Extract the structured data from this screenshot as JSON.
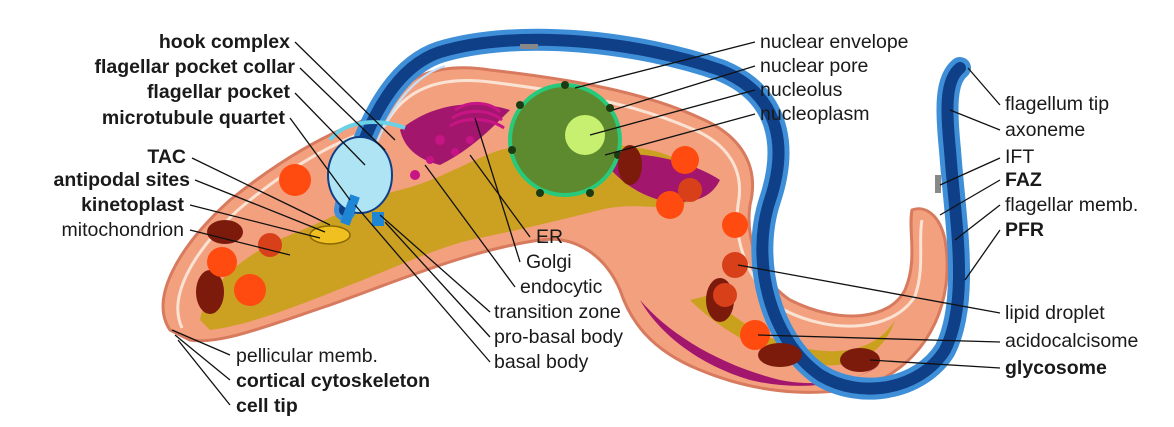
{
  "labels_left": [
    {
      "key": "hook_complex",
      "text": "hook complex",
      "bold": true
    },
    {
      "key": "flagellar_pocket_collar",
      "text": "flagellar pocket collar",
      "bold": true
    },
    {
      "key": "flagellar_pocket",
      "text": "flagellar pocket",
      "bold": true
    },
    {
      "key": "microtubule_quartet",
      "text": "microtubule quartet",
      "bold": true
    },
    {
      "key": "tac",
      "text": "TAC",
      "bold": true
    },
    {
      "key": "antipodal_sites",
      "text": "antipodal sites",
      "bold": true
    },
    {
      "key": "kinetoplast",
      "text": "kinetoplast",
      "bold": true
    },
    {
      "key": "mitochondrion",
      "text": "mitochondrion",
      "bold": false
    }
  ],
  "labels_bottom_left": [
    {
      "key": "pellicular_memb",
      "text": "pellicular memb.",
      "bold": false
    },
    {
      "key": "cortical_cytoskeleton",
      "text": "cortical cytoskeleton",
      "bold": true
    },
    {
      "key": "cell_tip",
      "text": "cell tip",
      "bold": true
    }
  ],
  "labels_center": [
    {
      "key": "er",
      "text": "ER",
      "bold": false
    },
    {
      "key": "golgi",
      "text": "Golgi",
      "bold": false
    },
    {
      "key": "endocytic",
      "text": "endocytic",
      "bold": false
    },
    {
      "key": "transition_zone",
      "text": "transition zone",
      "bold": false
    },
    {
      "key": "pro_basal_body",
      "text": "pro-basal body",
      "bold": false
    },
    {
      "key": "basal_body",
      "text": "basal body",
      "bold": false
    }
  ],
  "labels_top_right": [
    {
      "key": "nuclear_envelope",
      "text": "nuclear envelope",
      "bold": false
    },
    {
      "key": "nuclear_pore",
      "text": "nuclear pore",
      "bold": false
    },
    {
      "key": "nucleolus",
      "text": "nucleolus",
      "bold": false
    },
    {
      "key": "nucleoplasm",
      "text": "nucleoplasm",
      "bold": false
    }
  ],
  "labels_right": [
    {
      "key": "flagellum_tip",
      "text": "flagellum tip",
      "bold": false
    },
    {
      "key": "axoneme",
      "text": "axoneme",
      "bold": false
    },
    {
      "key": "ift",
      "text": "IFT",
      "bold": false
    },
    {
      "key": "faz",
      "text": "FAZ",
      "bold": true
    },
    {
      "key": "flagellar_memb",
      "text": "flagellar memb.",
      "bold": false
    },
    {
      "key": "pfr",
      "text": "PFR",
      "bold": true
    }
  ],
  "labels_bottom_right": [
    {
      "key": "lipid_droplet",
      "text": "lipid droplet",
      "bold": false
    },
    {
      "key": "acidocalcisome",
      "text": "acidocalcisome",
      "bold": false
    },
    {
      "key": "glycosome",
      "text": "glycosome",
      "bold": true
    }
  ],
  "colors": {
    "cell_body": "#f3a07f",
    "cell_outline": "#d77a5e",
    "membrane_line": "#fbe3d4",
    "mitochondrion": "#c9a11d",
    "er_magenta": "#a3166e",
    "flagellum_dark": "#0f3f86",
    "flagellum_light": "#3f8fd8",
    "nucleus": "#5e8a2f",
    "nucleolus": "#c8f070",
    "nuclear_envelope": "#27c97a",
    "glycosome": "#7c1a0c",
    "acidocalcisome": "#ff4b10",
    "lipid_droplet": "#d8401a",
    "flagellar_pocket": "#aee4f4"
  }
}
